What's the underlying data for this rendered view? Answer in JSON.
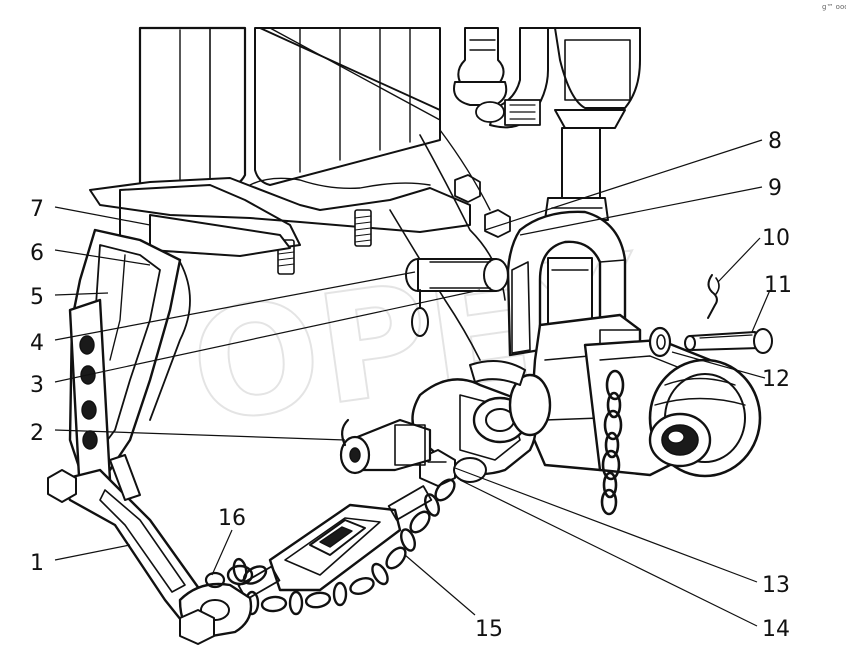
{
  "corner_mark": "g™ ooo",
  "callouts": [
    {
      "id": "1",
      "text": "1"
    },
    {
      "id": "2",
      "text": "2"
    },
    {
      "id": "3",
      "text": "3"
    },
    {
      "id": "4",
      "text": "4"
    },
    {
      "id": "5",
      "text": "5"
    },
    {
      "id": "6",
      "text": "6"
    },
    {
      "id": "7",
      "text": "7"
    },
    {
      "id": "8",
      "text": "8"
    },
    {
      "id": "9",
      "text": "9"
    },
    {
      "id": "10",
      "text": "10"
    },
    {
      "id": "11",
      "text": "11"
    },
    {
      "id": "12",
      "text": "12"
    },
    {
      "id": "13",
      "text": "13"
    },
    {
      "id": "14",
      "text": "14"
    },
    {
      "id": "15",
      "text": "15"
    },
    {
      "id": "16",
      "text": "16"
    }
  ]
}
